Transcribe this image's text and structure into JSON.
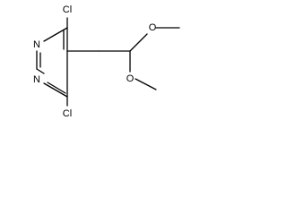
{
  "molecule": {
    "atoms": {
      "cl_top": "Cl",
      "cl_bottom": "Cl",
      "n_upper": "N",
      "n_lower": "N",
      "o_upper": "O",
      "o_lower": "O"
    }
  }
}
